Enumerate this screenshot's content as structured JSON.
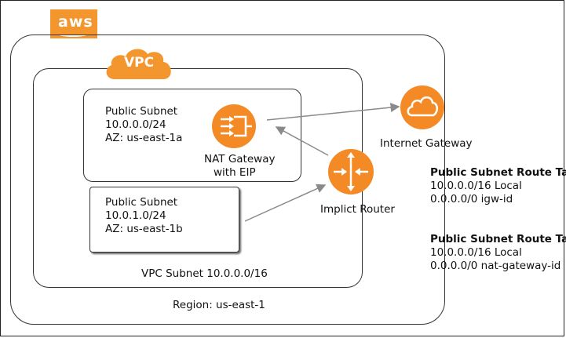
{
  "aws_logo": "aws",
  "vpc_label": "VPC",
  "subnet_a": {
    "title": "Public Subnet",
    "cidr": "10.0.0.0/24",
    "az": "AZ: us-east-1a"
  },
  "subnet_b": {
    "title": "Public Subnet",
    "cidr": "10.0.1.0/24",
    "az": "AZ: us-east-1b"
  },
  "nat_gateway": {
    "line1": "NAT Gateway",
    "line2": "with EIP",
    "icon": "nat-gateway-icon"
  },
  "internet_gateway": {
    "label": "Internet Gateway",
    "icon": "cloud-icon"
  },
  "router": {
    "label": "Implict Router",
    "icon": "router-icon"
  },
  "vpc_subnet_label": "VPC Subnet 10.0.0.0/16",
  "region_label": "Region: us-east-1",
  "route_tables": [
    {
      "title": "Public Subnet Route Table",
      "row1": "10.0.0.0/16 Local",
      "row2": "0.0.0.0/0 igw-id"
    },
    {
      "title": "Public Subnet Route Table",
      "row1": "10.0.0.0/16 Local",
      "row2": "0.0.0.0/0 nat-gateway-id"
    }
  ],
  "colors": {
    "aws_orange": "#f3962d",
    "icon_orange": "#f48a25",
    "outline": "#333333",
    "arrow": "#8a8a8a"
  }
}
